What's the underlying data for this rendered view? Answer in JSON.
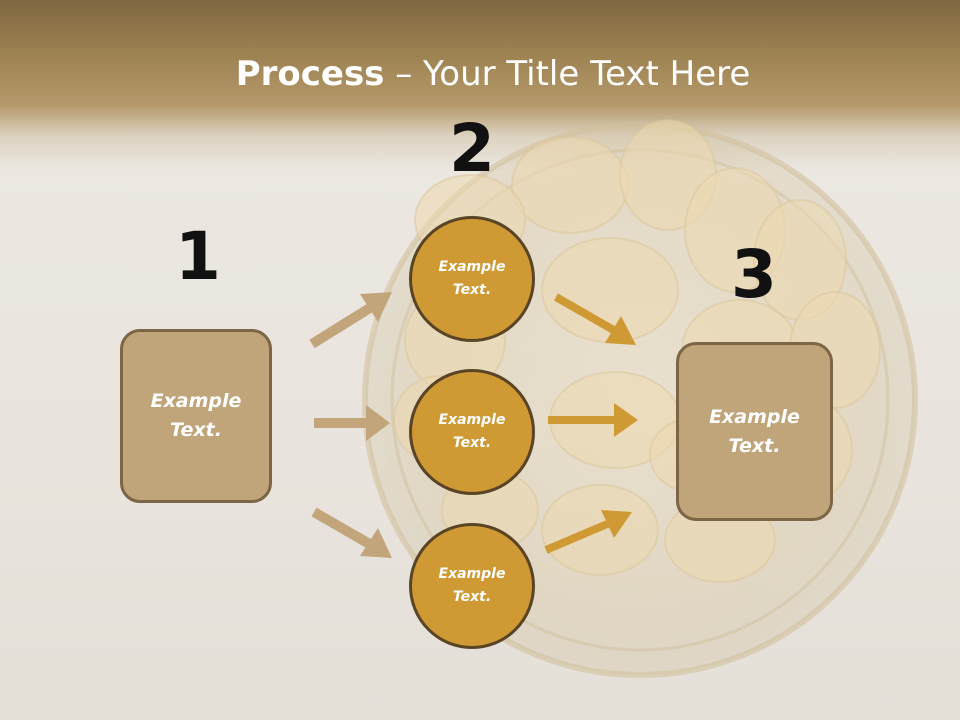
{
  "slide": {
    "title_bold": "Process",
    "title_rest": " – Your Title Text Here"
  },
  "steps": {
    "step1": {
      "number": "1",
      "box_text": "Example Text."
    },
    "step2": {
      "number": "2",
      "circles": [
        {
          "text": "Example Text."
        },
        {
          "text": "Example Text."
        },
        {
          "text": "Example Text."
        }
      ]
    },
    "step3": {
      "number": "3",
      "box_text": "Example Text."
    }
  },
  "colors": {
    "header": "#9b8050",
    "box_fill": "#c0a47a",
    "box_border": "#7d6646",
    "circle_fill": "#cf9933",
    "circle_border": "#5a4426",
    "arrow_light": "#c2a57a",
    "arrow_gold": "#cf9933",
    "number_color": "#111111"
  }
}
